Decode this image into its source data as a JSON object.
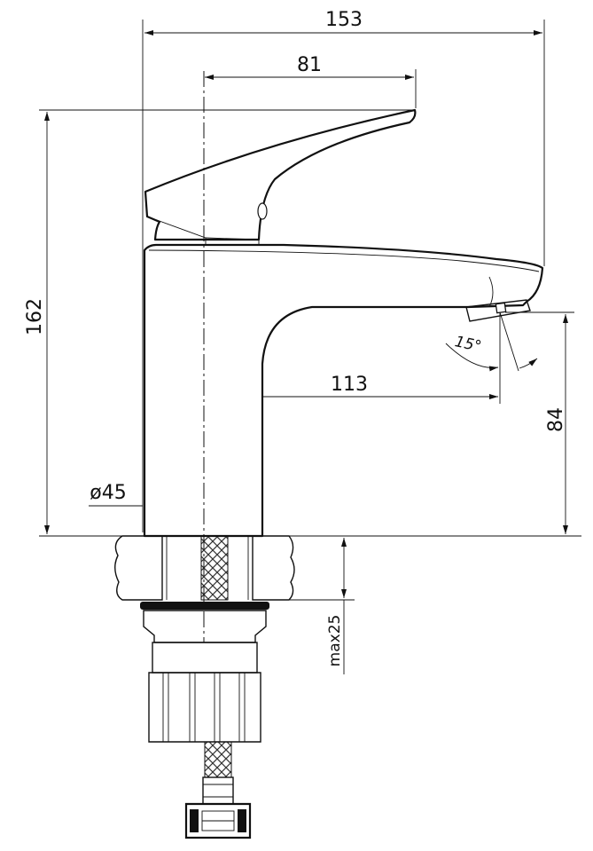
{
  "dimensions": {
    "overall_width": "153",
    "handle_offset": "81",
    "overall_height": "162",
    "spout_reach": "113",
    "spout_height": "84",
    "base_diameter": "ø45",
    "spray_angle": "15°",
    "max_deck_thickness": "max25"
  }
}
